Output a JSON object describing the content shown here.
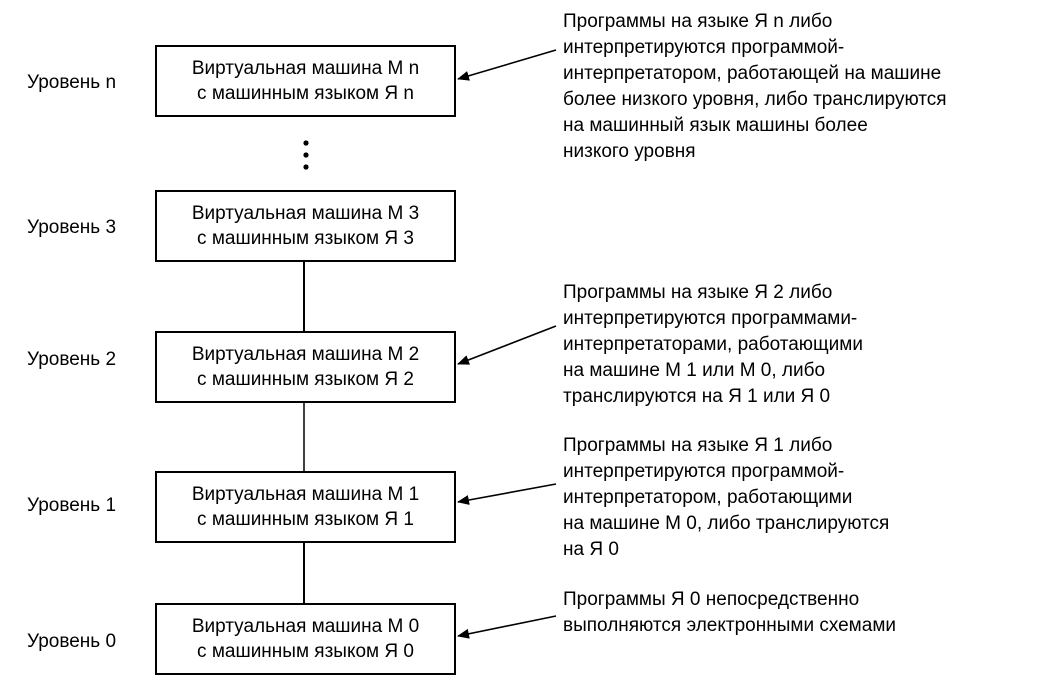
{
  "levels": [
    {
      "id": "n",
      "label": "Уровень n",
      "box_lines": [
        "Виртуальная машина М n",
        "с машинным языком Я n"
      ],
      "annotation": [
        "Программы на языке Я n либо",
        "интерпретируются программой-",
        "интерпретатором, работающей на машине",
        "более низкого уровня, либо транслируются",
        "на машинный язык машины более",
        "низкого уровня"
      ]
    },
    {
      "id": "3",
      "label": "Уровень 3",
      "box_lines": [
        "Виртуальная машина М 3",
        "с машинным языком Я 3"
      ],
      "annotation": []
    },
    {
      "id": "2",
      "label": "Уровень 2",
      "box_lines": [
        "Виртуальная машина М 2",
        "с машинным языком Я 2"
      ],
      "annotation": [
        "Программы на языке Я 2 либо",
        "интерпретируются программами-",
        "интерпретаторами, работающими",
        "на машине М 1 или М 0, либо",
        "транслируются на Я 1 или Я 0"
      ]
    },
    {
      "id": "1",
      "label": "Уровень 1",
      "box_lines": [
        "Виртуальная машина М 1",
        "с машинным языком Я 1"
      ],
      "annotation": [
        "Программы на языке Я 1 либо",
        "интерпретируются программой-",
        "интерпретатором, работающими",
        "на машине М 0, либо транслируются",
        "на  Я 0"
      ]
    },
    {
      "id": "0",
      "label": "Уровень 0",
      "box_lines": [
        "Виртуальная машина М 0",
        "с машинным языком Я 0"
      ],
      "annotation": [
        "Программы  Я 0 непосредственно",
        "выполняются электронными схемами"
      ]
    }
  ],
  "ellipsis": "⋮"
}
